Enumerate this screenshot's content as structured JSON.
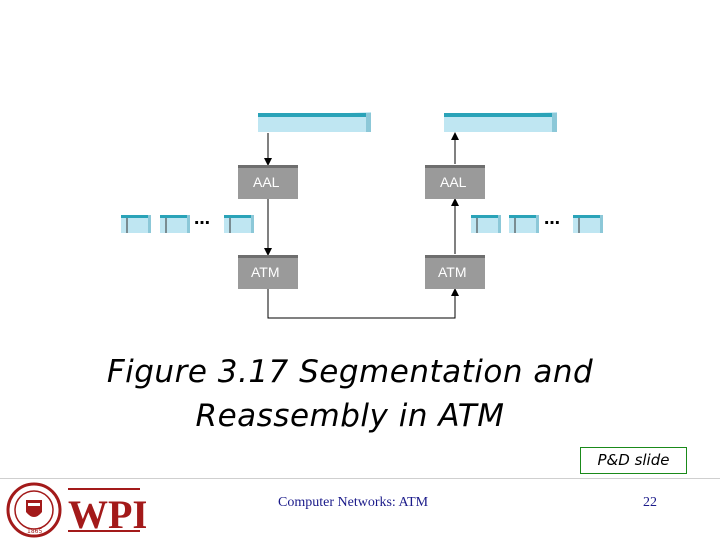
{
  "diagram": {
    "left_stack": {
      "upper_label": "AAL",
      "lower_label": "ATM"
    },
    "right_stack": {
      "upper_label": "AAL",
      "lower_label": "ATM"
    },
    "ellipsis": "…"
  },
  "caption": {
    "line1": "Figure 3.17 Segmentation and",
    "line2": "Reassembly in ATM"
  },
  "badge": {
    "text": "P&D slide"
  },
  "footer": {
    "course": "Computer Networks: ATM",
    "page": "22",
    "logo_text": "WPI",
    "seal_year": "1865"
  },
  "colors": {
    "packet_fill": "#bfe6f2",
    "packet_top": "#2aa3b8",
    "layer_box": "#9a9a9a",
    "arrow": "#000000",
    "logo_red": "#a31a1a",
    "badge_border": "#1a8a1a",
    "footer_text": "#1a1a8a"
  }
}
